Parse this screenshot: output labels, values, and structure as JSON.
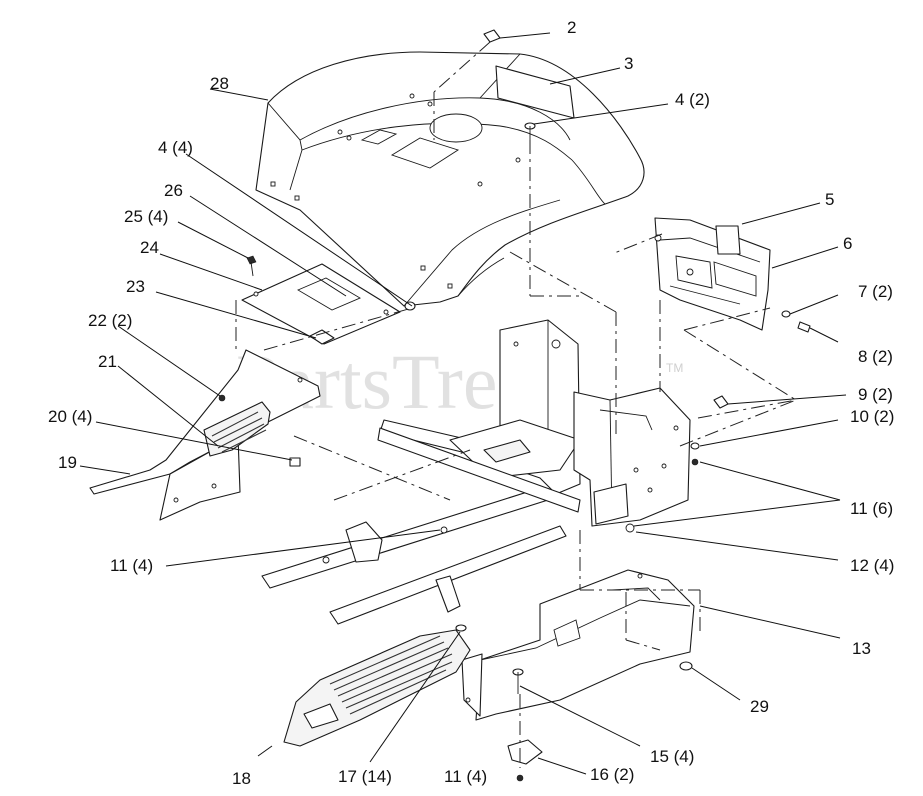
{
  "watermark": {
    "text": "PartsTree",
    "tm": "TM"
  },
  "callouts": [
    {
      "id": "2",
      "label": "2"
    },
    {
      "id": "3",
      "label": "3"
    },
    {
      "id": "4a",
      "label": "4 (2)"
    },
    {
      "id": "28",
      "label": "28"
    },
    {
      "id": "4b",
      "label": "4 (4)"
    },
    {
      "id": "26",
      "label": "26"
    },
    {
      "id": "25",
      "label": "25 (4)"
    },
    {
      "id": "24",
      "label": "24"
    },
    {
      "id": "5",
      "label": "5"
    },
    {
      "id": "6",
      "label": "6"
    },
    {
      "id": "23",
      "label": "23"
    },
    {
      "id": "7",
      "label": "7 (2)"
    },
    {
      "id": "22",
      "label": "22 (2)"
    },
    {
      "id": "8",
      "label": "8 (2)"
    },
    {
      "id": "21",
      "label": "21"
    },
    {
      "id": "9",
      "label": "9 (2)"
    },
    {
      "id": "20",
      "label": "20 (4)"
    },
    {
      "id": "10",
      "label": "10 (2)"
    },
    {
      "id": "19",
      "label": "19"
    },
    {
      "id": "11a",
      "label": "11 (6)"
    },
    {
      "id": "11b",
      "label": "11 (4)"
    },
    {
      "id": "12",
      "label": "12 (4)"
    },
    {
      "id": "13",
      "label": "13"
    },
    {
      "id": "29",
      "label": "29"
    },
    {
      "id": "15",
      "label": "15 (4)"
    },
    {
      "id": "18",
      "label": "18"
    },
    {
      "id": "17",
      "label": "17 (14)"
    },
    {
      "id": "11c",
      "label": "11 (4)"
    },
    {
      "id": "16",
      "label": "16 (2)"
    }
  ]
}
